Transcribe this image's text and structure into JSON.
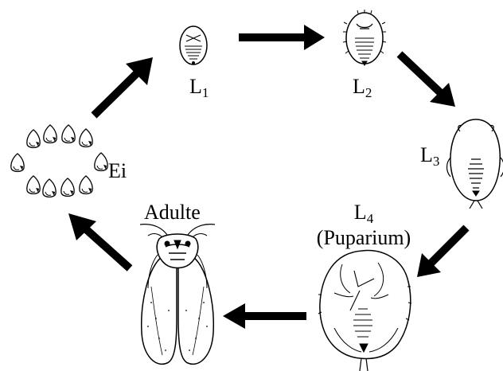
{
  "labels": {
    "l1": {
      "base": "L",
      "sub": "1"
    },
    "l2": {
      "base": "L",
      "sub": "2"
    },
    "l3": {
      "base": "L",
      "sub": "3"
    },
    "l4": {
      "base": "L",
      "sub": "4",
      "note": "(Puparium)"
    },
    "adult": "Adulte",
    "egg": "Ei"
  },
  "colors": {
    "ink": "#000000",
    "paper": "#ffffff"
  }
}
